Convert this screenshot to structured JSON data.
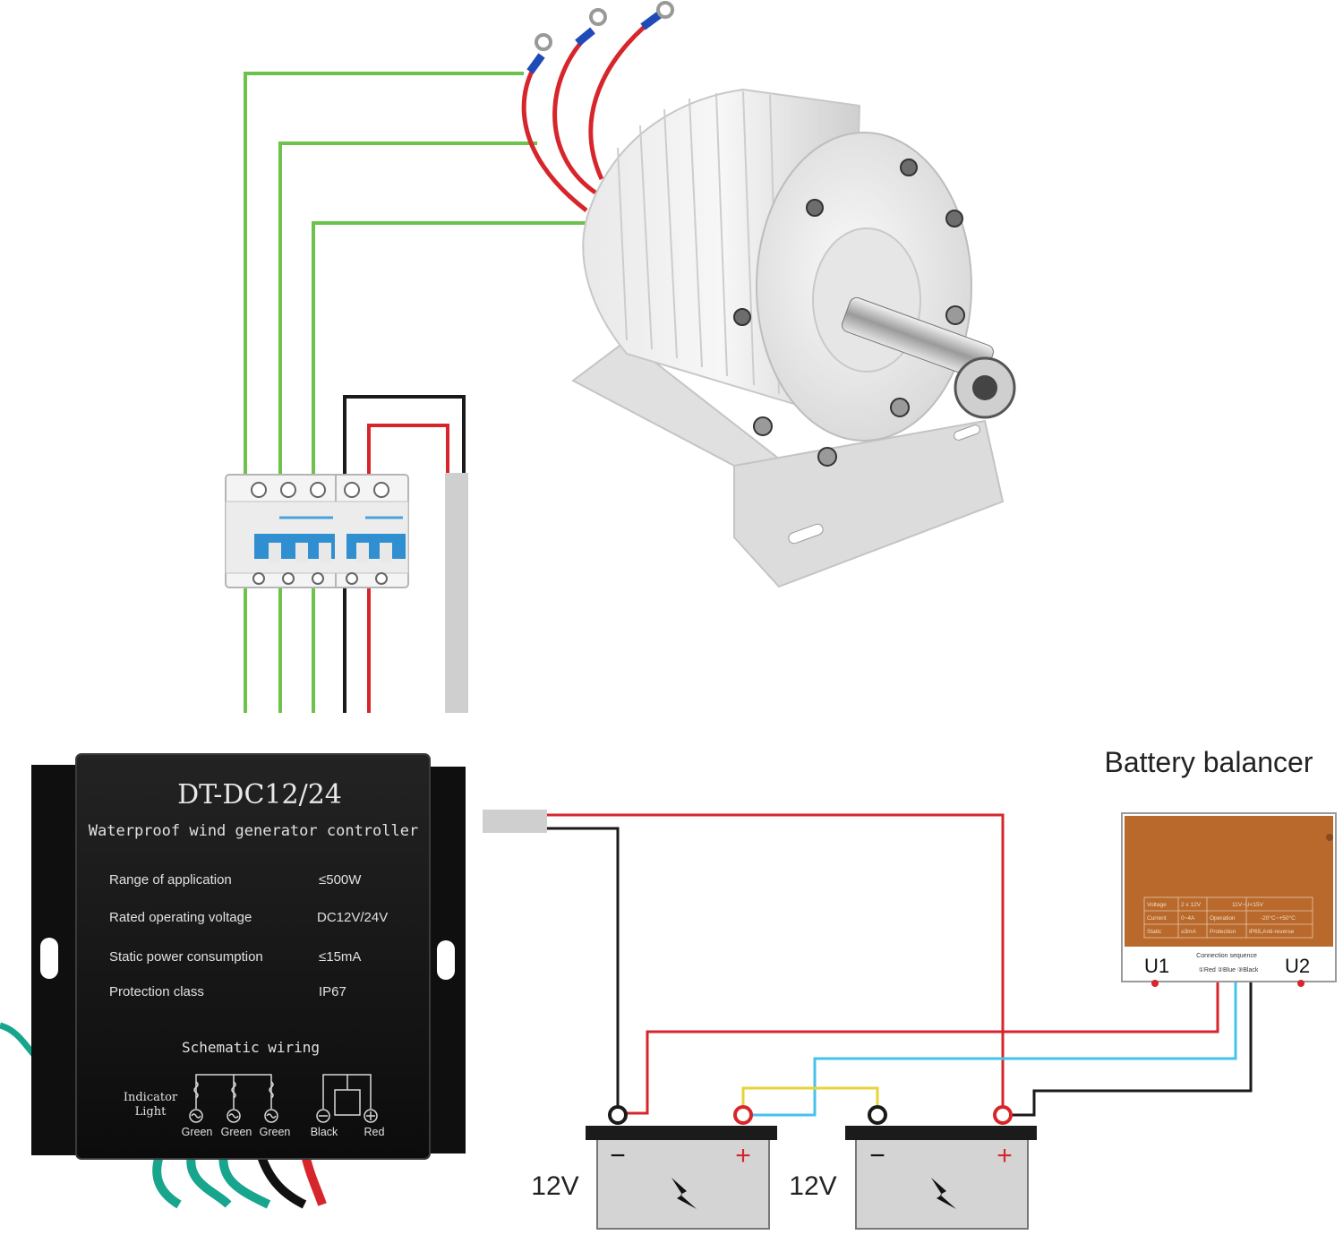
{
  "controller": {
    "model": "DT-DC12/24",
    "subtitle": "Waterproof wind generator controller",
    "specs": [
      {
        "label": "Range of application",
        "value": "≤500W"
      },
      {
        "label": "Rated operating voltage",
        "value": "DC12V/24V"
      },
      {
        "label": "Static power consumption",
        "value": "≤15mA"
      },
      {
        "label": "Protection class",
        "value": "IP67"
      }
    ],
    "schematic_title": "Schematic wiring",
    "indicator_label_1": "Indicator",
    "indicator_label_2": "Light",
    "terminals": [
      "Green",
      "Green",
      "Green",
      "Black",
      "Red"
    ]
  },
  "balancer": {
    "title": "Battery balancer",
    "u1": "U1",
    "u2": "U2",
    "table": [
      [
        "Voltage",
        "2 x 12V",
        "",
        "11V~U<15V"
      ],
      [
        "Current",
        "0~4A",
        "Operation",
        "-20°C~+50°C"
      ],
      [
        "Static",
        "≤3mA",
        "Protection",
        "IP65,Anti-reverse"
      ]
    ],
    "sequence_title": "Connection sequence",
    "sequence": "①Red  ②Blue  ③Black"
  },
  "batteries": [
    {
      "voltage": "12V",
      "minus": "−",
      "plus": "+"
    },
    {
      "voltage": "12V",
      "minus": "−",
      "plus": "+"
    }
  ],
  "colors": {
    "wire_green": "#6cc24a",
    "wire_red": "#d7262b",
    "wire_black": "#1a1a1a",
    "wire_blue": "#45c3e8",
    "wire_yellow": "#e8d33a",
    "controller_body": "#141414",
    "balancer_body": "#b9692c",
    "battery_body": "#d4d4d4"
  },
  "icons": [
    "generator-image",
    "circuit-breaker-icon",
    "lightning-icon",
    "ac-terminal-icon",
    "dc-minus-icon",
    "dc-plus-icon"
  ]
}
